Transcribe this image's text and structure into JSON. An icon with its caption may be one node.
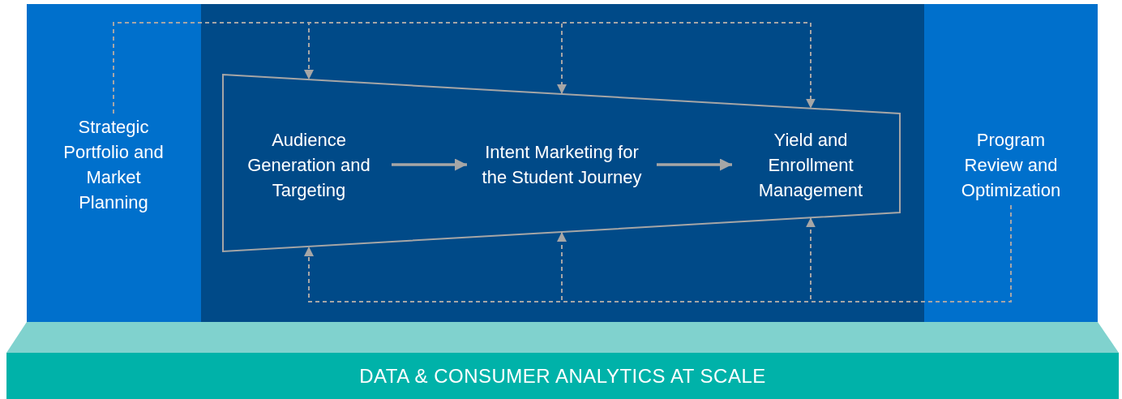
{
  "diagram": {
    "nodes": [
      {
        "text": [
          "Strategic Portfolio and Market Planning"
        ]
      },
      {
        "text": [],
        "shape": "funnel"
      },
      {
        "text": [
          "Audience Generation and Targeting"
        ],
        "in": 1
      },
      {
        "text": [
          "Intent Marketing for the Student Journey"
        ],
        "in": 1
      },
      {
        "text": [
          "Yield and Enrollment Management"
        ],
        "in": 1
      },
      {
        "text": [
          "Program Review and Optimization"
        ]
      },
      {
        "text": [
          "DATA & CONSUMER ANALYTICS AT SCALE"
        ]
      }
    ],
    "edges": [
      {
        "from": 2,
        "to": 3,
        "arrow": "to"
      },
      {
        "from": 3,
        "to": 4,
        "arrow": "to"
      },
      {
        "from": 0,
        "to": 2,
        "arrow": "to",
        "style": "dashed"
      },
      {
        "from": 0,
        "to": 3,
        "arrow": "to",
        "style": "dashed"
      },
      {
        "from": 0,
        "to": 4,
        "arrow": "to",
        "style": "dashed"
      },
      {
        "from": 5,
        "to": 2,
        "arrow": "to",
        "style": "dashed"
      },
      {
        "from": 5,
        "to": 3,
        "arrow": "to",
        "style": "dashed"
      },
      {
        "from": 5,
        "to": 4,
        "arrow": "to",
        "style": "dashed"
      }
    ]
  }
}
